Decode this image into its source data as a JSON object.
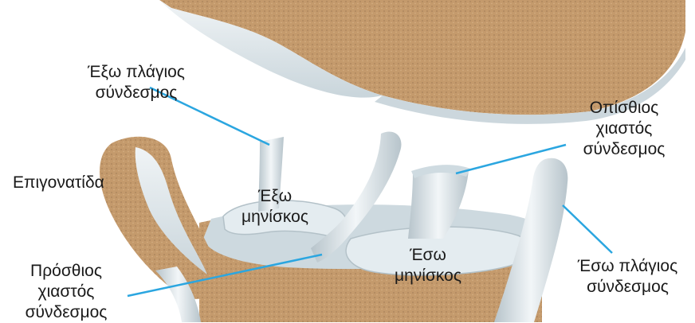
{
  "diagram": {
    "colors": {
      "bone": "#c49a6c",
      "bone_shadow": "#8f6a44",
      "cartilage": "#dfe8ec",
      "ligament": "#e8eef1",
      "ligament_shadow": "#aab8c0",
      "leader_line": "#2ba6e0",
      "text": "#1a1a1a"
    },
    "labels": {
      "lateral_collateral": [
        "Έξω πλάγιος",
        "σύνδεσμος"
      ],
      "patella": [
        "Επιγονατίδα"
      ],
      "lateral_meniscus": [
        "Έξω",
        "μηνίσκος"
      ],
      "anterior_cruciate": [
        "Πρόσθιος",
        "χιαστός",
        "σύνδεσμος"
      ],
      "posterior_cruciate": [
        "Οπίσθιος",
        "χιαστός",
        "σύνδεσμος"
      ],
      "medial_meniscus": [
        "Έσω",
        "μηνίσκος"
      ],
      "medial_collateral": [
        "Έσω πλάγιος",
        "σύνδεσμος"
      ]
    }
  }
}
